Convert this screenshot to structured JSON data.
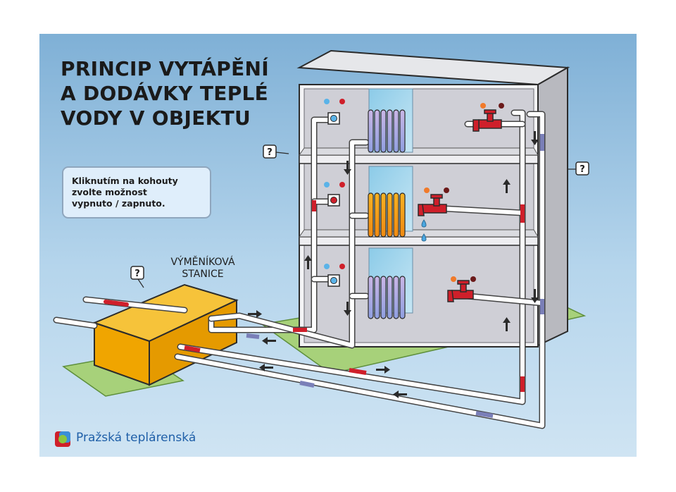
{
  "title": {
    "line1": "PRINCIP VYTÁPĚNÍ",
    "line2": "A DODÁVKY TEPLÉ",
    "line3": "VODY V OBJEKTU"
  },
  "hint": {
    "line1": "Kliknutím na kohouty",
    "line2": "zvolte možnost",
    "line3": "vypnuto / zapnuto."
  },
  "station": {
    "line1": "VÝMĚNÍKOVÁ",
    "line2": "STANICE"
  },
  "help_marker": "?",
  "brand": {
    "name": "Pražská teplárenská"
  },
  "icons": [
    "faucet-icon",
    "radiator-icon",
    "valve-icon",
    "arrow-icon",
    "water-drop-icon",
    "help-icon",
    "logo-icon"
  ],
  "colors": {
    "background": "#a9cde8",
    "building": "#d8d9de",
    "station": "#f1a800",
    "ground": "#a7d17a",
    "pipe_hot": "#cf1f2a",
    "pipe_cold": "#7a7fb8",
    "radiator_on": "#f2a21c",
    "radiator_off": "#b9a6dc",
    "brand": "#1f5fa8"
  }
}
